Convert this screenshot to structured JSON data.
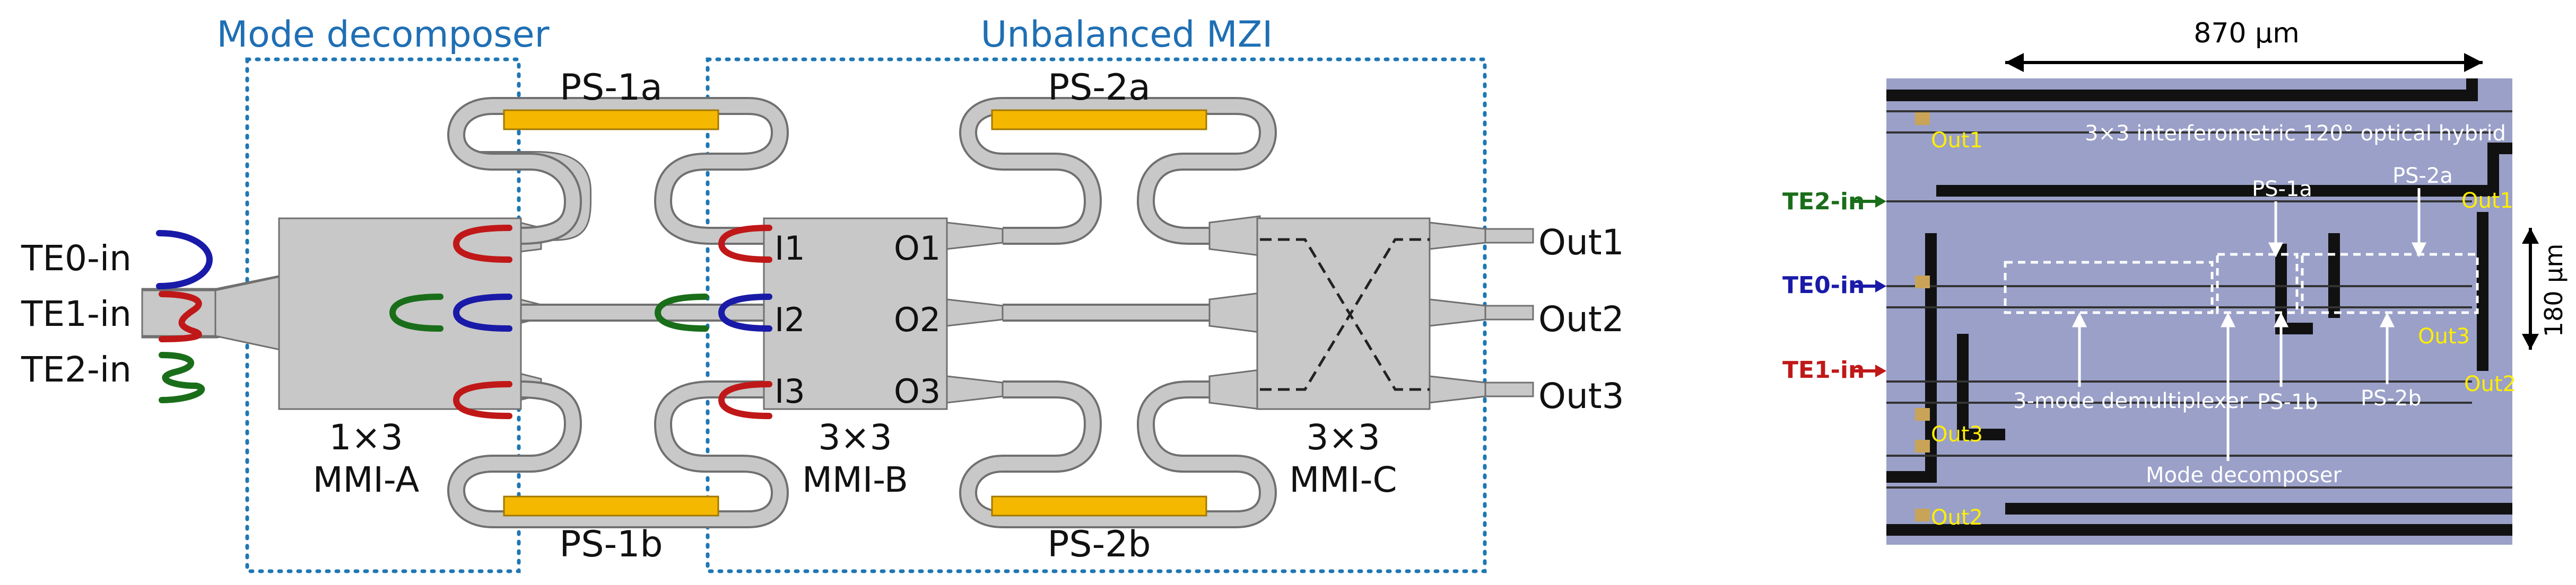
{
  "schematic": {
    "section_mode_decomposer": "Mode decomposer",
    "section_unbalanced_mzi": "Unbalanced MZI",
    "inputs": [
      "TE0-in",
      "TE1-in",
      "TE2-in"
    ],
    "phase_shifters": {
      "ps1a": "PS-1a",
      "ps1b": "PS-1b",
      "ps2a": "PS-2a",
      "ps2b": "PS-2b"
    },
    "mmi_a": {
      "line1": "1×3",
      "line2": "MMI-A"
    },
    "mmi_b": {
      "line1": "3×3",
      "line2": "MMI-B",
      "ports_in": [
        "I1",
        "I2",
        "I3"
      ],
      "ports_out": [
        "O1",
        "O2",
        "O3"
      ]
    },
    "mmi_c": {
      "line1": "3×3",
      "line2": "MMI-C"
    },
    "outputs": [
      "Out1",
      "Out2",
      "Out3"
    ],
    "colors": {
      "te0": "#1a1aa8",
      "te1": "#c01818",
      "te2": "#1a6e1a",
      "section_border": "#1f77b4",
      "waveguide": "#c8c8c8",
      "heater": "#f5b800"
    }
  },
  "micrograph": {
    "scale_width": "870 µm",
    "scale_height": "180 µm",
    "inputs": [
      "TE2-in",
      "TE0-in",
      "TE1-in"
    ],
    "labels": {
      "out1_top_left": "Out1",
      "hybrid": "3×3 interferometric 120° optical hybrid",
      "ps1a": "PS-1a",
      "ps2a": "PS-2a",
      "out1_right": "Out1",
      "out3_right": "Out3",
      "out2_right": "Out2",
      "demux": "3-mode demultiplexer",
      "ps1b": "PS-1b",
      "ps2b": "PS-2b",
      "out3_left": "Out3",
      "mode_decomposer": "Mode decomposer",
      "out2_bottom_left": "Out2"
    }
  }
}
